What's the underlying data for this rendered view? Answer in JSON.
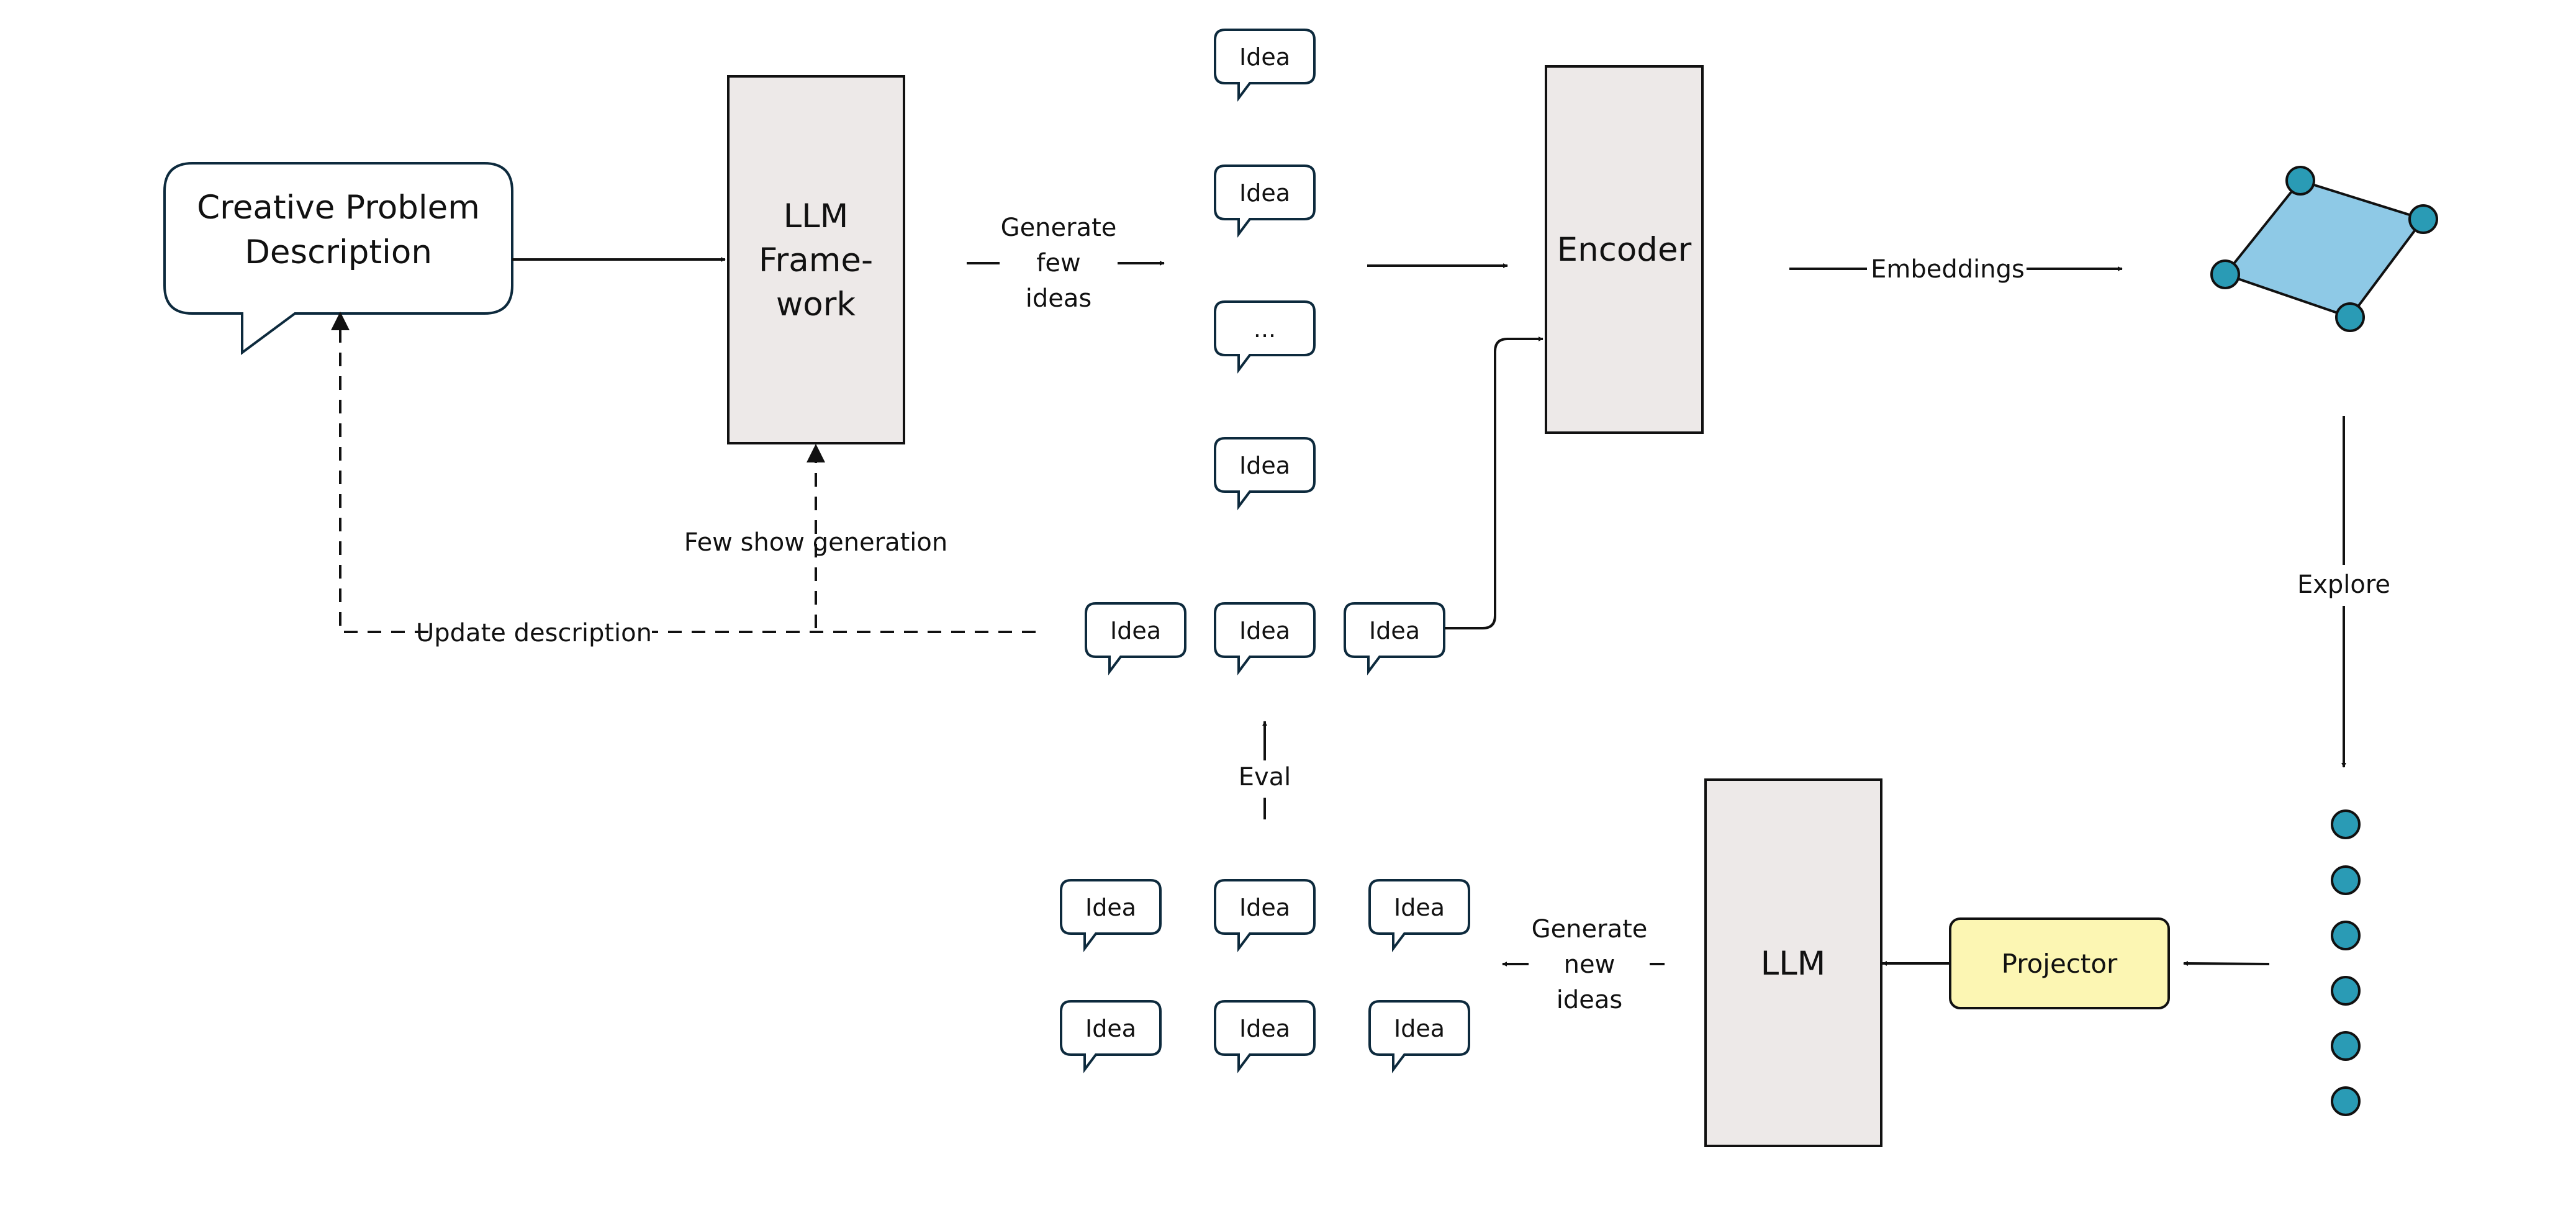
{
  "problem": {
    "line1": "Creative Problem",
    "line2": "Description"
  },
  "llm_framework": {
    "line1": "LLM",
    "line2": "Frame-",
    "line3": "work"
  },
  "encoder": {
    "label": "Encoder"
  },
  "llm": {
    "label": "LLM"
  },
  "projector": {
    "label": "Projector"
  },
  "labels": {
    "generate_few_1": "Generate",
    "generate_few_2": "few",
    "generate_few_3": "ideas",
    "embeddings": "Embeddings",
    "explore": "Explore",
    "generate_new_1": "Generate",
    "generate_new_2": "new",
    "generate_new_3": "ideas",
    "eval": "Eval",
    "few_show": "Few show generation",
    "update": "Update description"
  },
  "ideas": {
    "initial": [
      "Idea",
      "Idea",
      "...",
      "Idea"
    ],
    "selected": [
      "Idea",
      "Idea",
      "Idea"
    ],
    "new": [
      "Idea",
      "Idea",
      "Idea",
      "Idea",
      "Idea",
      "Idea"
    ]
  },
  "colors": {
    "stroke": "#0d2a3d",
    "box_fill": "#ede9e8",
    "projector_fill": "#fcf6b3",
    "embed_fill": "#8ec9e6",
    "dot_fill": "#2a9bb5"
  }
}
